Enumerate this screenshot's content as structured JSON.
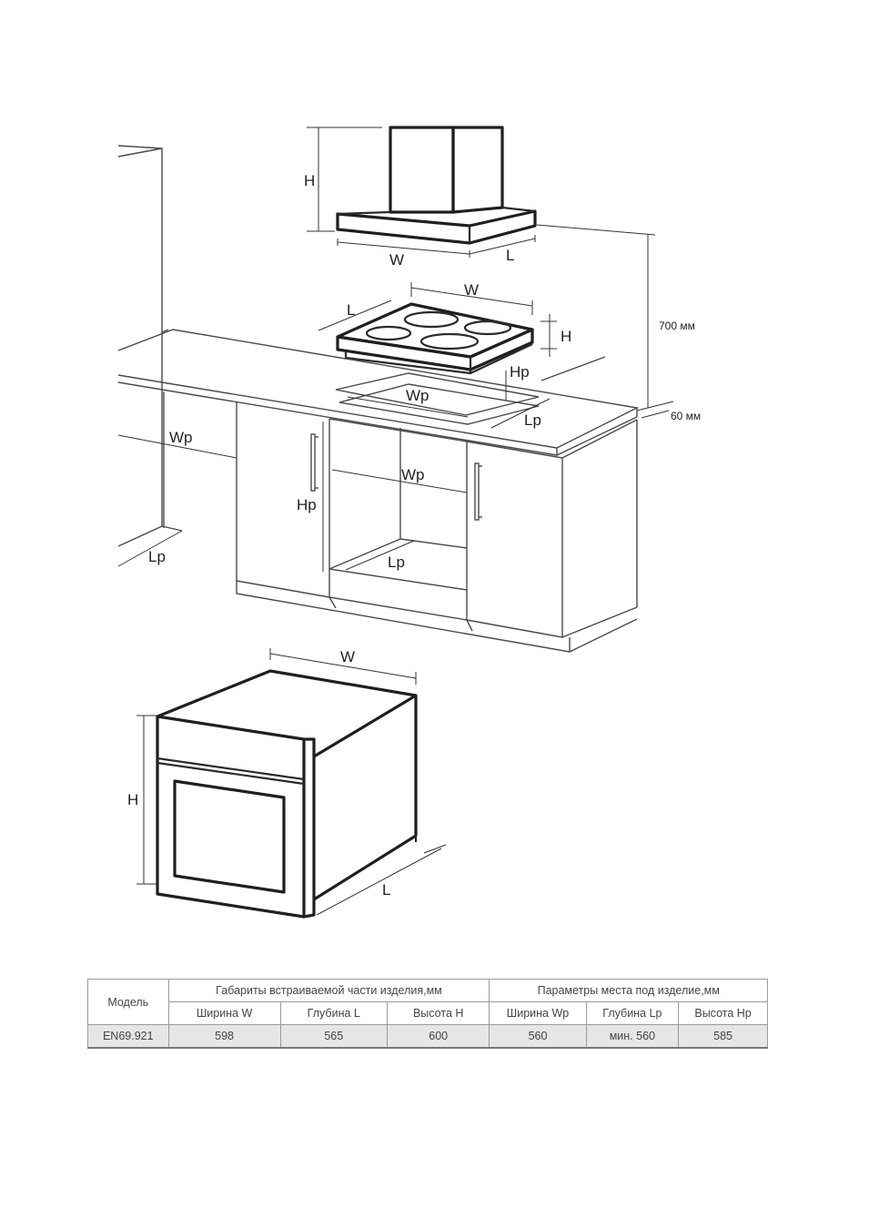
{
  "diagram": {
    "hood": {
      "height_label": "H",
      "width_label": "W",
      "depth_label": "L"
    },
    "hob": {
      "width_label": "W",
      "depth_label": "L",
      "height_label": "H"
    },
    "cutout": {
      "width_label": "Wp",
      "depth_label": "Lp",
      "height_label": "Hp"
    },
    "cabinet": {
      "width_label_left": "Wp",
      "width_label_mid": "Wp",
      "height_label": "Hp",
      "depth_label_left": "Lp",
      "depth_label_mid": "Lp"
    },
    "distance_hood_label": "700 мм",
    "distance_wall_label": "60 мм",
    "oven": {
      "width_label": "W",
      "height_label": "H",
      "depth_label": "L"
    }
  },
  "table": {
    "model_header": "Модель",
    "group_built_in": "Габариты встраиваемой части  изделия,мм",
    "group_niche": "Параметры места под изделие,мм",
    "columns": [
      "Ширина W",
      "Глубина L",
      "Высота H",
      "Ширина Wp",
      "Глубина Lp",
      "Высота Hp"
    ],
    "rows": [
      {
        "model": "EN69.921",
        "values": [
          "598",
          "565",
          "600",
          "560",
          "мин. 560",
          "585"
        ]
      }
    ]
  }
}
